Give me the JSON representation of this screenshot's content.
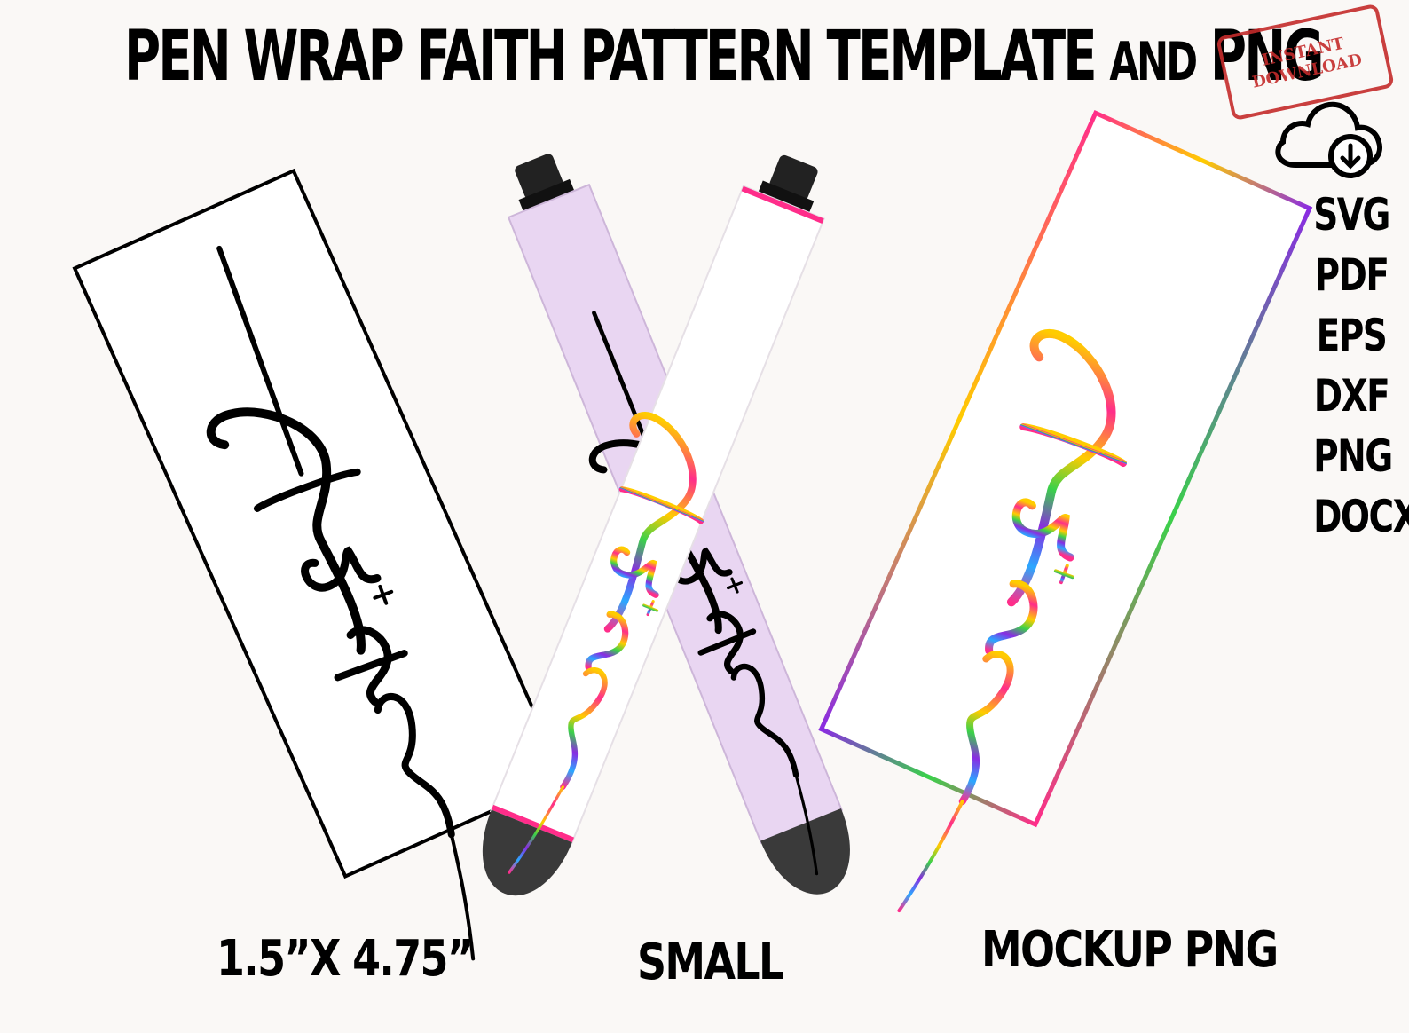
{
  "header": {
    "title_main": "PEN WRAP  FAITH PATTERN TEMPLATE ",
    "title_and": "AND",
    "title_end": " PNG"
  },
  "stamp": {
    "line1": "INSTANT",
    "line2": "DOWNLOAD"
  },
  "download_icon": "cloud-download-icon",
  "formats": [
    "SVG",
    "PDF",
    "EPS",
    "DXF",
    "PNG",
    "DOCX"
  ],
  "captions": {
    "size": "1.5”X 4.75”",
    "small": "SMALL",
    "mockup": "MOCKUP PNG"
  },
  "colors": {
    "stamp_red": "#c42b2b",
    "pen_lilac": "#e9d6f2",
    "rainbow": [
      "#ff2d8a",
      "#ffcc00",
      "#3ad14a",
      "#2aa8ff",
      "#8a2be2"
    ]
  }
}
